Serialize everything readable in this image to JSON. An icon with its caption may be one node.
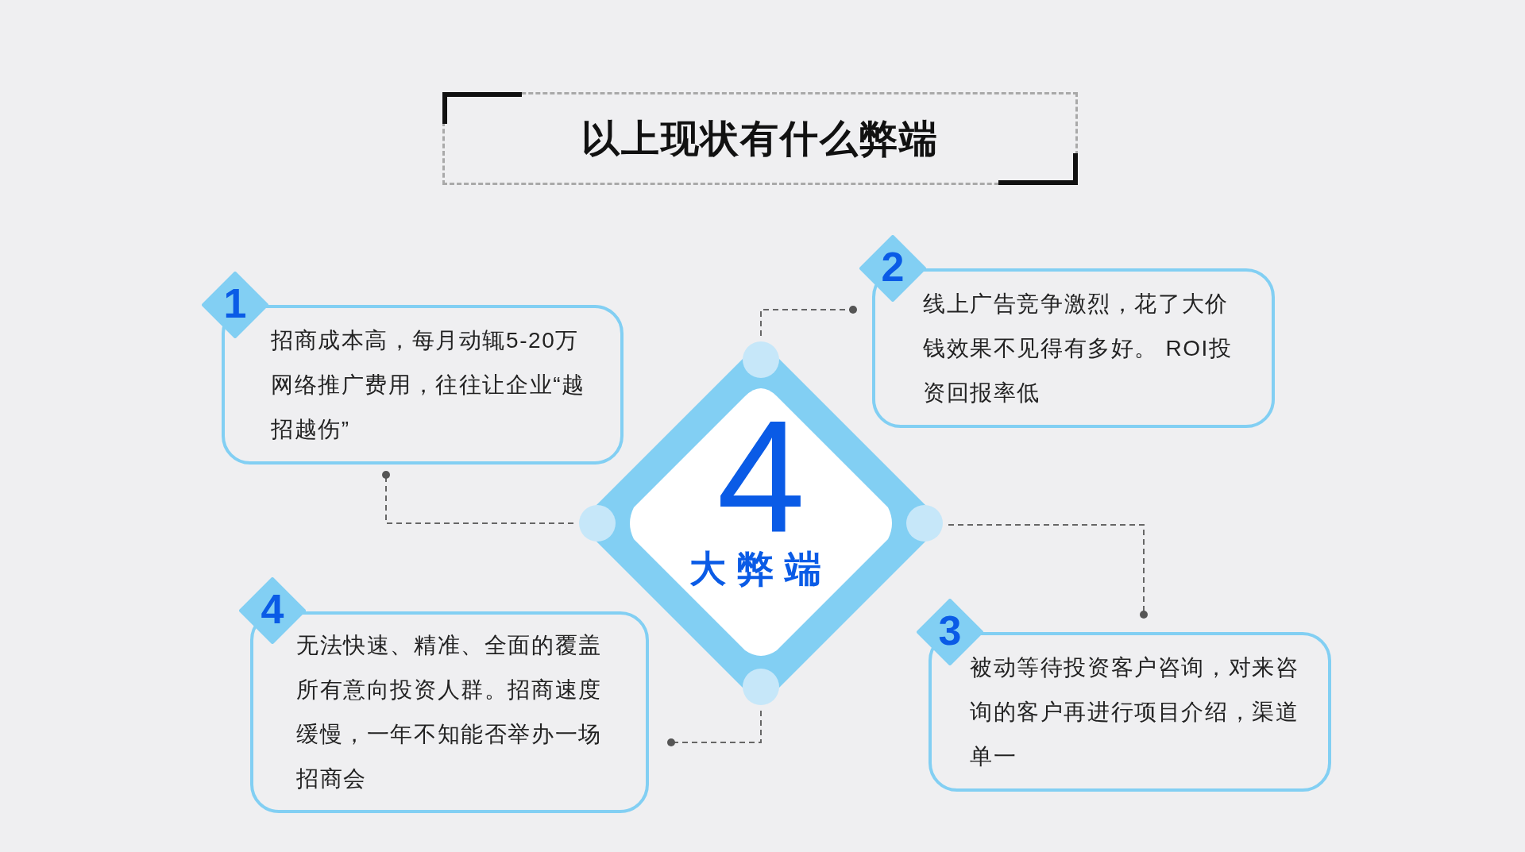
{
  "diagram": {
    "title": "以上现状有什么弊端",
    "nodes": [
      {
        "text": [
          "4",
          "大弊端"
        ]
      },
      {
        "text": [
          "招商成本高，每月动辄5-20万网络推广费用，往往让企业“越招越伤”"
        ]
      },
      {
        "text": [
          "1"
        ]
      },
      {
        "text": [
          "线上广告竞争激烈，花了大价钱效果不见得有多好。 ROI投资回报率低"
        ]
      },
      {
        "text": [
          "2"
        ]
      },
      {
        "text": [
          "被动等待投资客户咨询，对来咨询的客户再进行项目介绍，渠道单一"
        ]
      },
      {
        "text": [
          "3"
        ]
      },
      {
        "text": [
          "无法快速、精准、全面的覆盖所有意向投资人群。招商速度缓慢，一年不知能否举办一场招商会"
        ]
      },
      {
        "text": [
          "4"
        ]
      }
    ],
    "edges": [
      {
        "from": 0,
        "to": 1,
        "arrow": "other",
        "style": "dashed"
      },
      {
        "from": 0,
        "to": 3,
        "arrow": "other",
        "style": "dashed"
      },
      {
        "from": 0,
        "to": 5,
        "arrow": "other",
        "style": "dashed"
      },
      {
        "from": 0,
        "to": 7,
        "arrow": "other",
        "style": "dashed"
      }
    ]
  }
}
